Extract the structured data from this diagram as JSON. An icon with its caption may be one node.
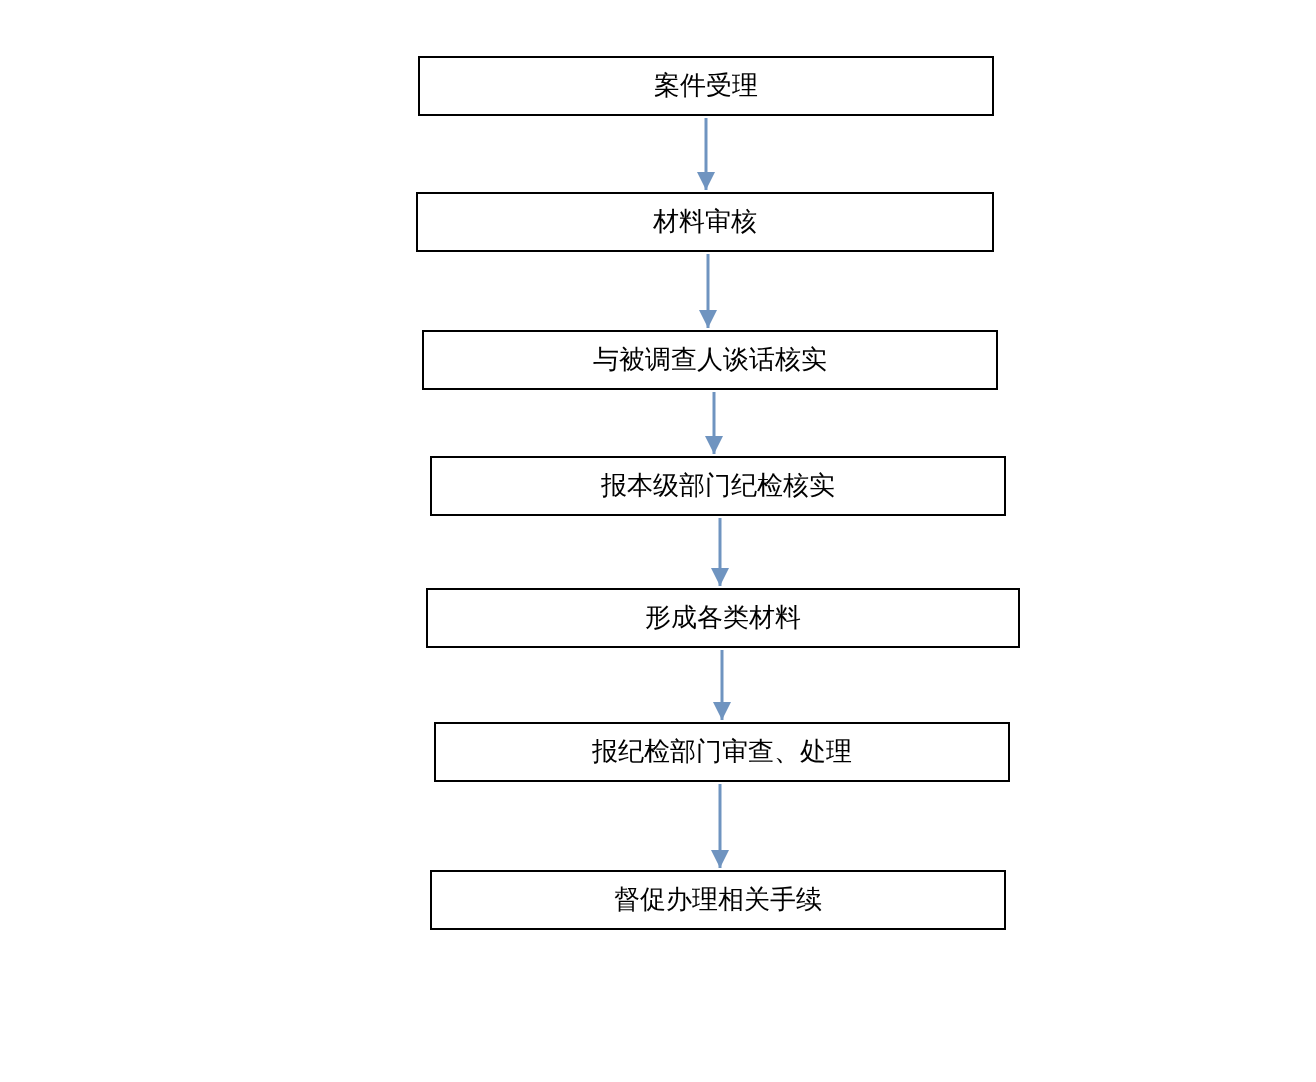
{
  "diagram": {
    "nodes": [
      {
        "text": [
          "案件受理"
        ]
      },
      {
        "text": [
          "材料审核"
        ]
      },
      {
        "text": [
          "与被调查人谈话核实"
        ]
      },
      {
        "text": [
          "报本级部门纪检核实"
        ]
      },
      {
        "text": [
          "形成各类材料"
        ]
      },
      {
        "text": [
          "报纪检部门审查、处理"
        ]
      },
      {
        "text": [
          "督促办理相关手续"
        ]
      }
    ],
    "edges": [
      {
        "from": 0,
        "to": 1,
        "arrow": "to"
      },
      {
        "from": 1,
        "to": 2,
        "arrow": "to"
      },
      {
        "from": 2,
        "to": 3,
        "arrow": "to"
      },
      {
        "from": 3,
        "to": 4,
        "arrow": "to"
      },
      {
        "from": 4,
        "to": 5,
        "arrow": "to"
      },
      {
        "from": 5,
        "to": 6,
        "arrow": "to"
      }
    ]
  }
}
